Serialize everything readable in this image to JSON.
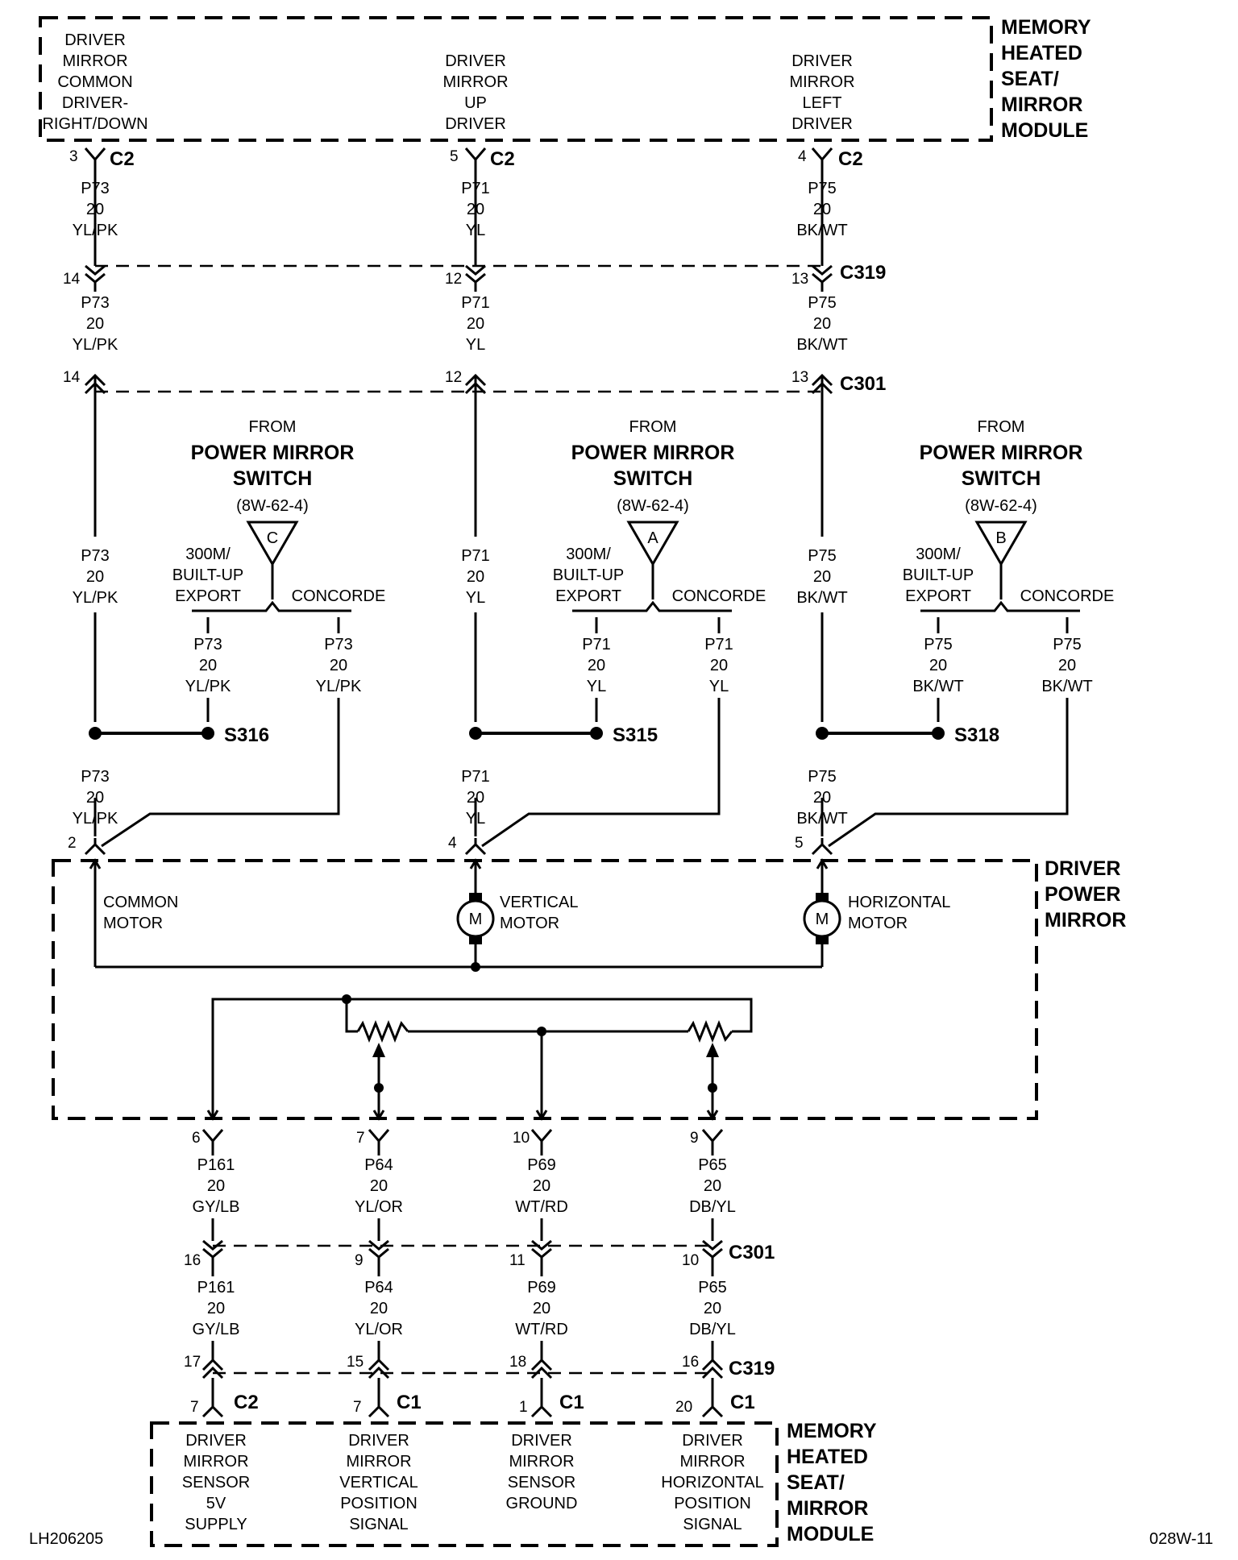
{
  "top_module": {
    "title": [
      "MEMORY",
      "HEATED",
      "SEAT/",
      "MIRROR",
      "MODULE"
    ],
    "pins": [
      {
        "lines": [
          "DRIVER",
          "MIRROR",
          "COMMON",
          "DRIVER-",
          "RIGHT/DOWN"
        ],
        "pin": "3",
        "conn": "C2"
      },
      {
        "lines": [
          "DRIVER",
          "MIRROR",
          "UP",
          "DRIVER"
        ],
        "pin": "5",
        "conn": "C2"
      },
      {
        "lines": [
          "DRIVER",
          "MIRROR",
          "LEFT",
          "DRIVER"
        ],
        "pin": "4",
        "conn": "C2"
      }
    ]
  },
  "circuits": [
    {
      "wire": [
        "P73",
        "20",
        "YL/PK"
      ],
      "c319_pin": "14",
      "c301_pin": "14",
      "mirror_pin": "2"
    },
    {
      "wire": [
        "P71",
        "20",
        "YL"
      ],
      "c319_pin": "12",
      "c301_pin": "12",
      "mirror_pin": "4"
    },
    {
      "wire": [
        "P75",
        "20",
        "BK/WT"
      ],
      "c319_pin": "13",
      "c301_pin": "13",
      "mirror_pin": "5"
    }
  ],
  "connectors_top": {
    "c319": "C319",
    "c301": "C301"
  },
  "switch_refs": [
    {
      "from": "FROM",
      "name": [
        "POWER MIRROR",
        "SWITCH"
      ],
      "page": "(8W-62-4)",
      "letter": "C",
      "left_label": [
        "300M/",
        "BUILT-UP",
        "EXPORT"
      ],
      "right_label": "CONCORDE",
      "splice": "S316"
    },
    {
      "from": "FROM",
      "name": [
        "POWER MIRROR",
        "SWITCH"
      ],
      "page": "(8W-62-4)",
      "letter": "A",
      "left_label": [
        "300M/",
        "BUILT-UP",
        "EXPORT"
      ],
      "right_label": "CONCORDE",
      "splice": "S315"
    },
    {
      "from": "FROM",
      "name": [
        "POWER MIRROR",
        "SWITCH"
      ],
      "page": "(8W-62-4)",
      "letter": "B",
      "left_label": [
        "300M/",
        "BUILT-UP",
        "EXPORT"
      ],
      "right_label": "CONCORDE",
      "splice": "S318"
    }
  ],
  "mirror": {
    "title": [
      "DRIVER",
      "POWER",
      "MIRROR"
    ],
    "common_label": [
      "COMMON",
      "MOTOR"
    ],
    "vertical_label": [
      "VERTICAL",
      "MOTOR"
    ],
    "horizontal_label": [
      "HORIZONTAL",
      "MOTOR"
    ],
    "motor_symbol": "M"
  },
  "sensor_circuits": [
    {
      "mirror_pin": "6",
      "wire": [
        "P161",
        "20",
        "GY/LB"
      ],
      "c301_pin": "16",
      "c319_pin": "17",
      "module_pin": "7",
      "module_conn": "C2",
      "label": [
        "DRIVER",
        "MIRROR",
        "SENSOR",
        "5V",
        "SUPPLY"
      ]
    },
    {
      "mirror_pin": "7",
      "wire": [
        "P64",
        "20",
        "YL/OR"
      ],
      "c301_pin": "9",
      "c319_pin": "15",
      "module_pin": "7",
      "module_conn": "C1",
      "label": [
        "DRIVER",
        "MIRROR",
        "VERTICAL",
        "POSITION",
        "SIGNAL"
      ]
    },
    {
      "mirror_pin": "10",
      "wire": [
        "P69",
        "20",
        "WT/RD"
      ],
      "c301_pin": "11",
      "c319_pin": "18",
      "module_pin": "1",
      "module_conn": "C1",
      "label": [
        "DRIVER",
        "MIRROR",
        "SENSOR",
        "GROUND"
      ]
    },
    {
      "mirror_pin": "9",
      "wire": [
        "P65",
        "20",
        "DB/YL"
      ],
      "c301_pin": "10",
      "c319_pin": "16",
      "module_pin": "20",
      "module_conn": "C1",
      "label": [
        "DRIVER",
        "MIRROR",
        "HORIZONTAL",
        "POSITION",
        "SIGNAL"
      ]
    }
  ],
  "connectors_bottom": {
    "c301": "C301",
    "c319": "C319"
  },
  "bottom_module_title": [
    "MEMORY",
    "HEATED",
    "SEAT/",
    "MIRROR",
    "MODULE"
  ],
  "footer": {
    "left": "LH206205",
    "right": "028W-11"
  }
}
